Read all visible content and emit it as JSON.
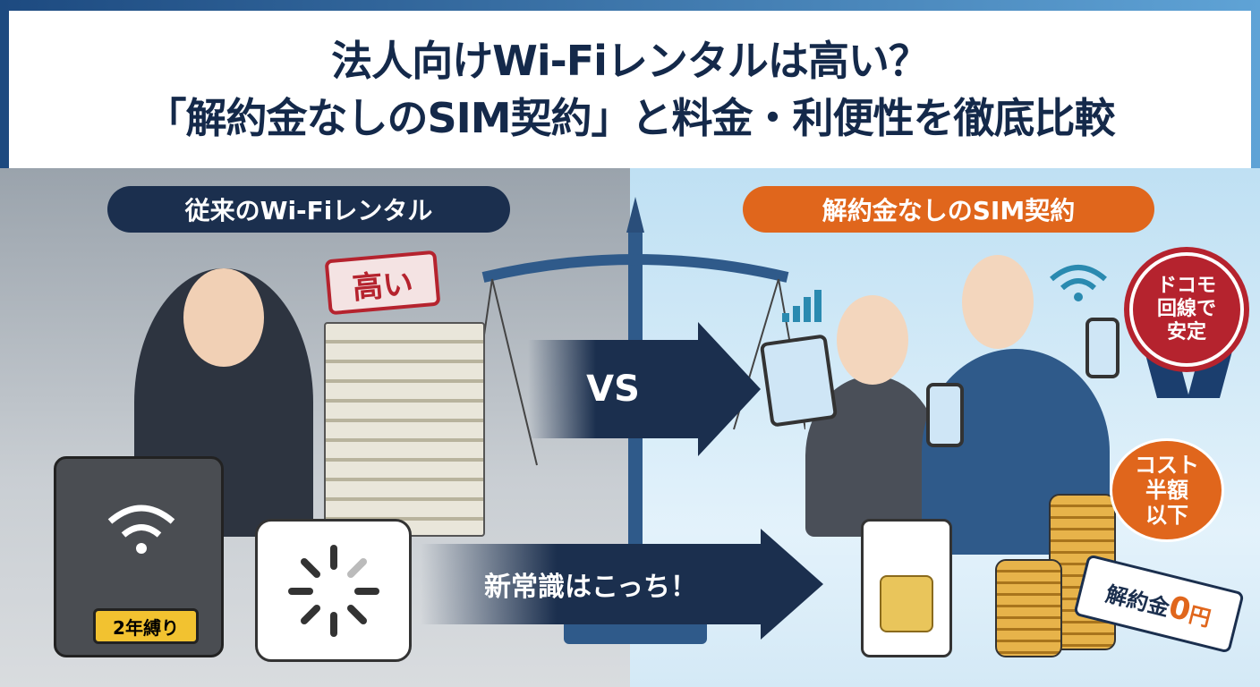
{
  "title": {
    "line1": "法人向けWi-Fiレンタルは高い？",
    "line2": "「解約金なしのSIM契約」と料金・利便性を徹底比較"
  },
  "left_panel": {
    "label": "従来のWi-Fiレンタル",
    "expensive_stamp": "高い",
    "lock_label": "2年縛り"
  },
  "right_panel": {
    "label": "解約金なしのSIM契約",
    "seal": [
      "ドコモ",
      "回線で",
      "安定"
    ],
    "bubble": [
      "コスト",
      "半額",
      "以下"
    ],
    "tag_text": "解約金",
    "tag_zero": "0",
    "tag_yen": "円"
  },
  "center": {
    "vs": "VS",
    "arrow_text": "新常識はこっち！"
  },
  "colors": {
    "navy": "#1b2f4e",
    "orange": "#e0661c",
    "red": "#b5232e"
  }
}
